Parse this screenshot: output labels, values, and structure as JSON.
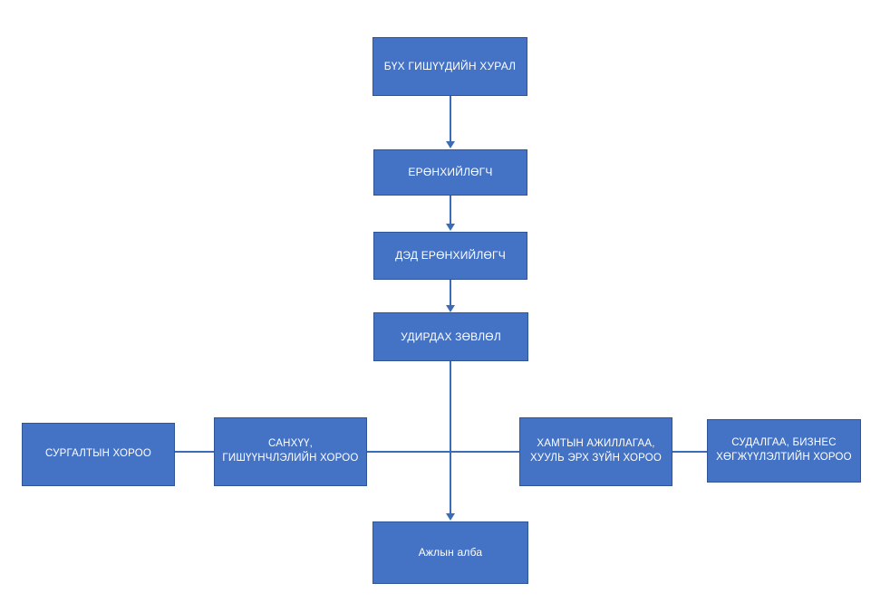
{
  "diagram": {
    "title": "Organizational structure chart",
    "accent_color": "#4472C4",
    "border_color": "#2F5597",
    "connector_color": "#3B6CB8",
    "text_color": "#FFFFFF",
    "nodes": {
      "general_assembly": "БҮХ ГИШҮҮДИЙН ХУРАЛ",
      "president": "ЕРӨНХИЙЛӨГЧ",
      "vice_president": "ДЭД ЕРӨНХИЙЛӨГЧ",
      "board": "УДИРДАХ ЗӨВЛӨЛ",
      "training_committee": "СУРГАЛТЫН ХОРОО",
      "finance_committee": "САНХҮҮ, ГИШҮҮНЧЛЭЛИЙН ХОРОО",
      "cooperation_committee": "ХАМТЫН АЖИЛЛАГАА, ХУУЛЬ ЭРХ ЗҮЙН ХОРОО",
      "research_committee": "СУДАЛГАА, БИЗНЕС ХӨГЖҮҮЛЭЛТИЙН ХОРОО",
      "working_office": "Ажлын алба"
    }
  }
}
